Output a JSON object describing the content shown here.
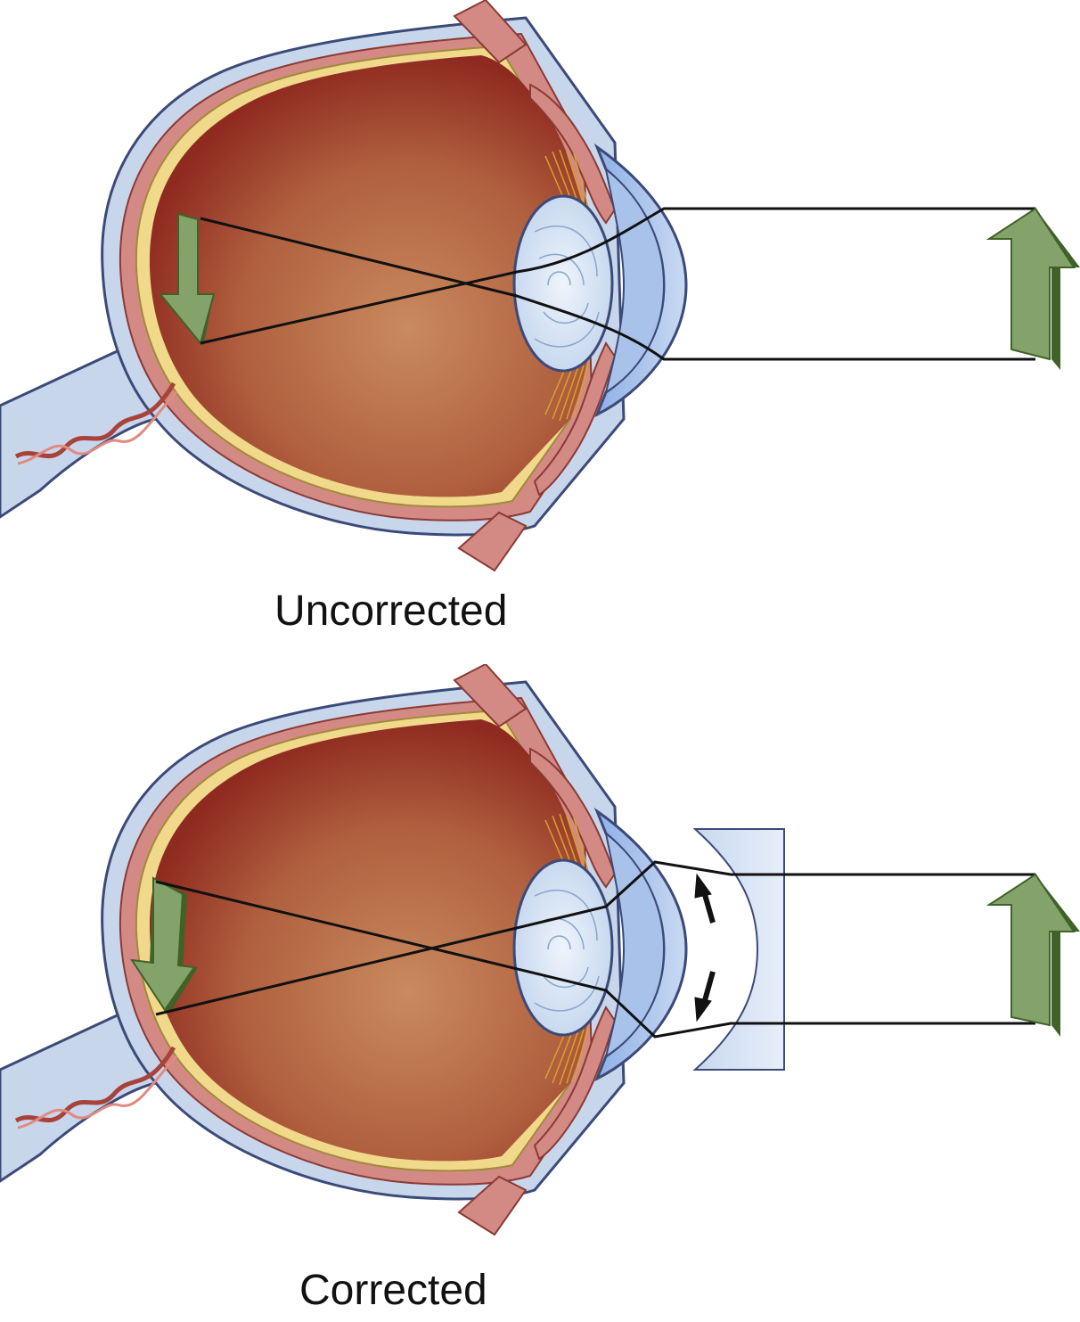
{
  "figure": {
    "panels": [
      {
        "caption": "Uncorrected",
        "corrective_lens": false,
        "image_position": "in front of retina"
      },
      {
        "caption": "Corrected",
        "corrective_lens": true,
        "corrective_lens_type": "concave (diverging)",
        "image_position": "on retina"
      }
    ],
    "colors": {
      "globe_interior": "#9c3a28",
      "globe_interior_light": "#c98a5e",
      "sclera": "#c8d6ec",
      "choroid": "#d48a84",
      "retina": "#f0d98a",
      "lens": "#d6e4f4",
      "cornea": "#a9c2ea",
      "arrow_green": "#84a36a",
      "arrow_dark": "#3f6228",
      "ray": "#111111",
      "glasses_lens": "#d6e2f3"
    },
    "icons": [
      "eyeball-cross-section",
      "object-arrow-icon",
      "inverted-image-arrow-icon",
      "concave-lens",
      "small-black-arrow-icon"
    ]
  }
}
